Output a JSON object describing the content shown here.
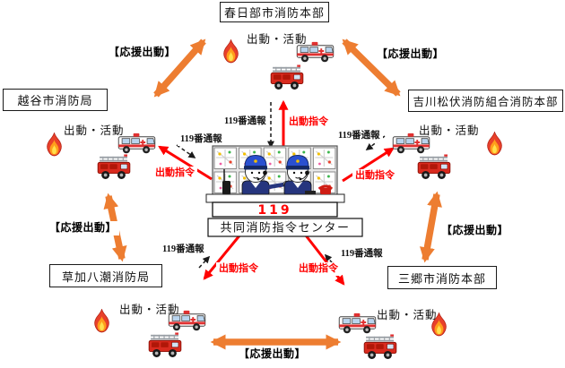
{
  "diagram": {
    "title_implied": "共同消防指令センターと各消防本部の指令系統図",
    "center": {
      "number": "119",
      "name": "共同消防指令センター"
    },
    "departments": [
      {
        "label": "春日部市消防本部",
        "position": "top"
      },
      {
        "label": "越谷市消防局",
        "position": "left"
      },
      {
        "label": "吉川松伏消防組合消防本部",
        "position": "right"
      },
      {
        "label": "草加八潮消防局",
        "position": "bottom-left"
      },
      {
        "label": "三郷市消防本部",
        "position": "bottom-right"
      }
    ],
    "labels": {
      "call": "119番通報",
      "dispatch": "出動指令",
      "mutual_aid": "【応援出動】",
      "activity": "出動・活動"
    },
    "colors": {
      "mutual_aid_arrow": "#ED7D31",
      "dispatch_arrow": "#FF0000",
      "call_line": "#1a1a1a",
      "emergency_number_red": "#FF0000",
      "box_border": "#1a1a1a",
      "background": "#FFFFFF"
    },
    "icons": {
      "flame-icon": "🔥",
      "ambulance-icon": "🚑",
      "fire-truck-icon": "🚒",
      "dispatcher-icon": "👮 operator at console"
    }
  }
}
